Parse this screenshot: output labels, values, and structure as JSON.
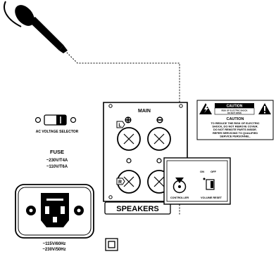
{
  "panel": {
    "main_label": "MAIN",
    "plus_symbol": "⊕",
    "minus_symbol": "⊖",
    "left_tag": "L",
    "right_tag": "R",
    "speakers_label": "SPEAKERS"
  },
  "controller": {
    "controller_label": "CONTROLLER",
    "on_label": "ON",
    "off_label": "OFF",
    "volume_reset_label": "VOLUME RESET"
  },
  "voltage": {
    "selector_label": "AC VOLTAGE SELECTOR"
  },
  "fuse": {
    "title": "FUSE",
    "line1": "~230V/T4A",
    "line2": "~110V/T6A"
  },
  "power_inlet": {
    "line1": "~115V/60Hz",
    "line2": "~230V/50Hz"
  },
  "caution": {
    "header": "CAUTION",
    "small1": "RISK OF ELECTRIC SHOCK",
    "small2": "DO NOT OPEN",
    "title": "CAUTION",
    "lines": [
      "TO REDUCE THE RISK OF ELECTRIC",
      "SHOCK, DO NOT REMOVE COVER.",
      "DO NOT REMOTE PARTS INSIDE.",
      "REFER SERVICING TO QUALIFIED",
      "SERVICE PERSONNEL."
    ]
  },
  "icons": {
    "microphone": "microphone-icon",
    "warning": "warning-triangle-icon",
    "lightning": "lightning-bolt-icon",
    "double_insulation": "double-insulation-icon"
  }
}
